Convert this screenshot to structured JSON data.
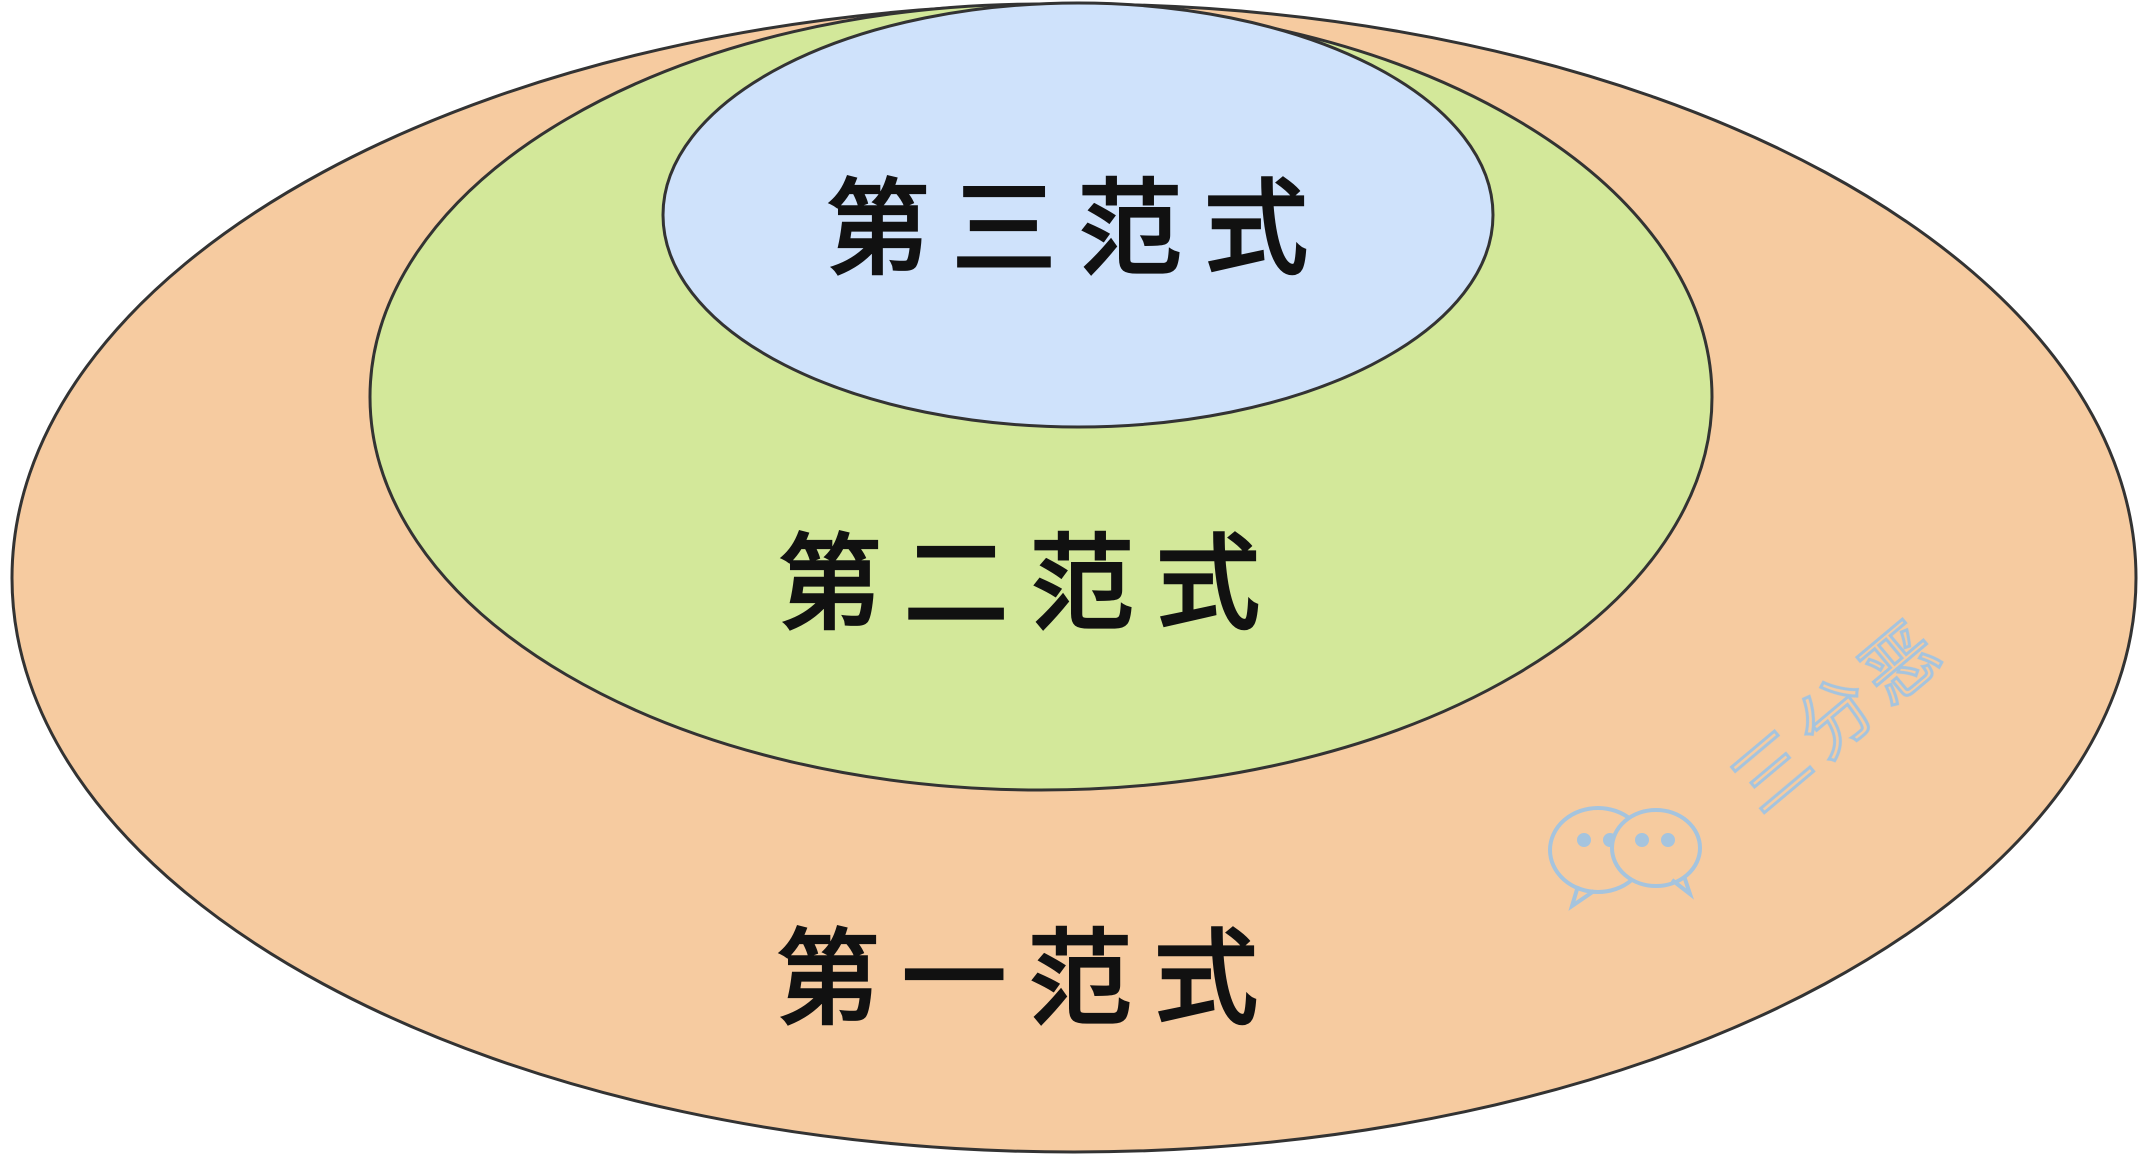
{
  "diagram": {
    "outer": {
      "label": "第一范式",
      "fill": "#f6cba0"
    },
    "middle": {
      "label": "第二范式",
      "fill": "#d3e89a"
    },
    "inner": {
      "label": "第三范式",
      "fill": "#cfe2fb"
    },
    "stroke": "#333333"
  },
  "watermark": {
    "text": "三分恶",
    "icon": "wechat-icon",
    "color": "#9cc3e6"
  }
}
